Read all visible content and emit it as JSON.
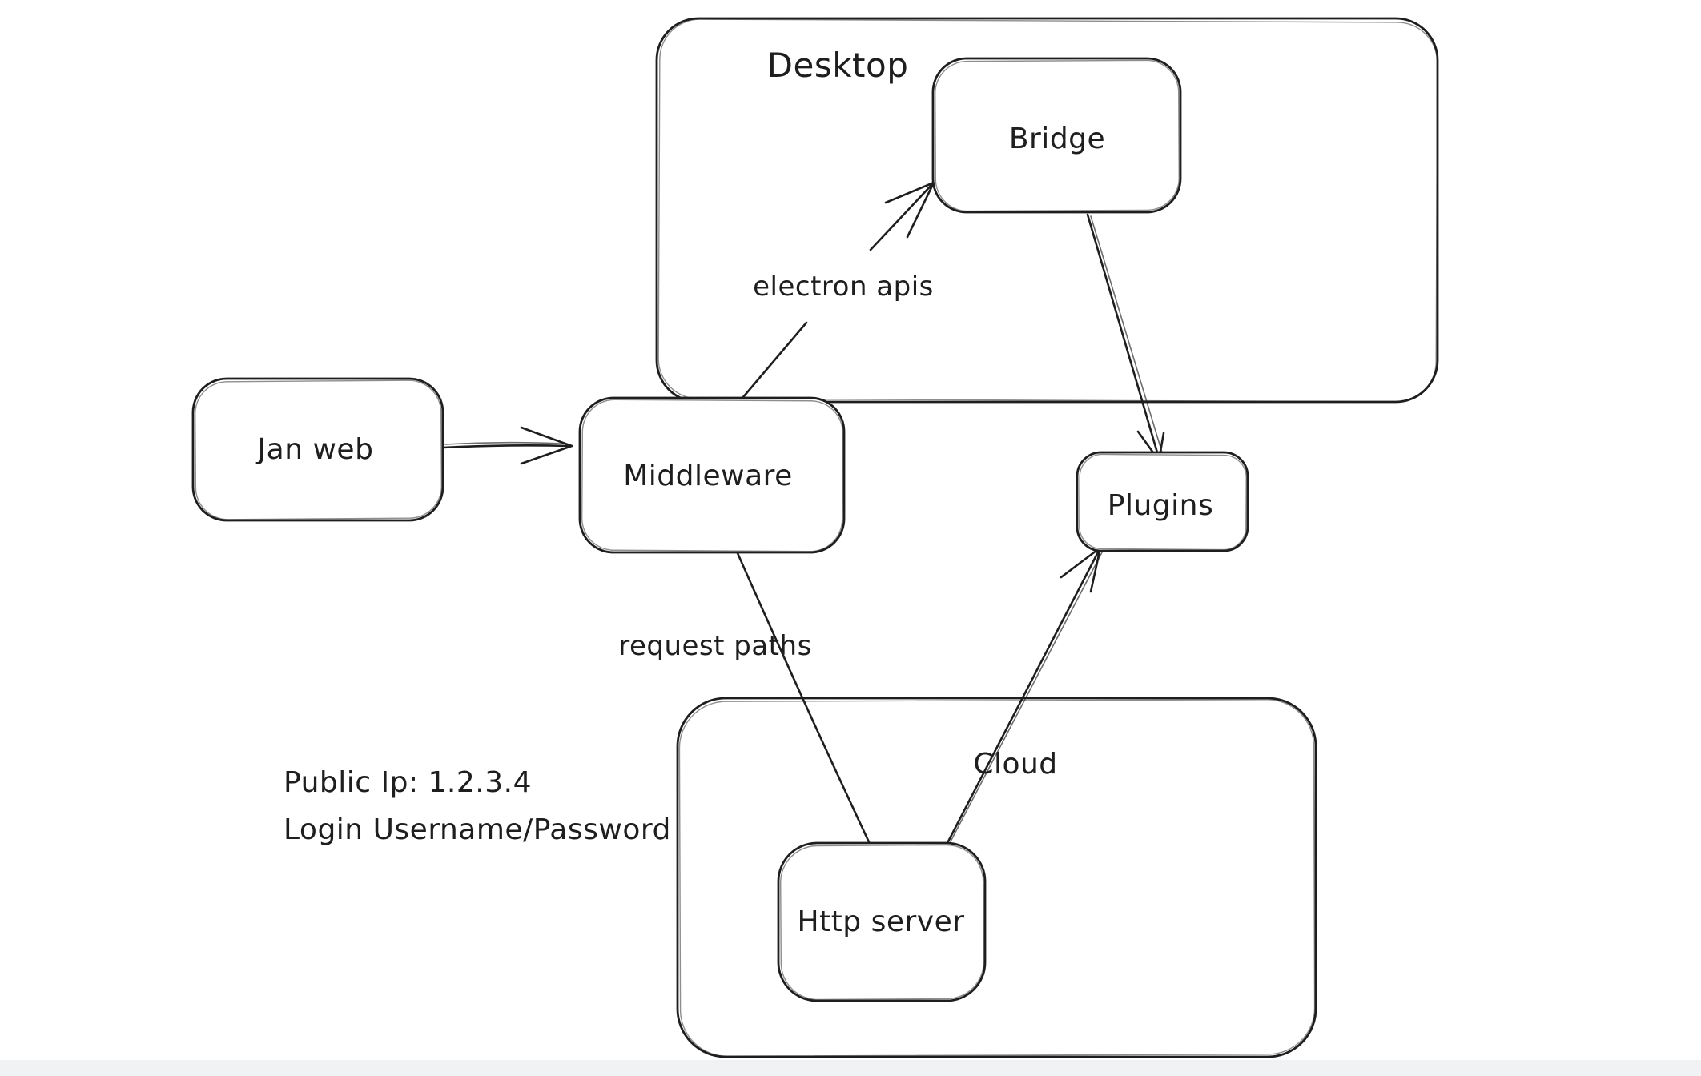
{
  "diagram": {
    "containers": {
      "desktop": {
        "label": "Desktop"
      },
      "cloud": {
        "label": "Cloud"
      }
    },
    "nodes": {
      "jan_web": {
        "label": "Jan web"
      },
      "middleware": {
        "label": "Middleware"
      },
      "bridge": {
        "label": "Bridge"
      },
      "plugins": {
        "label": "Plugins"
      },
      "http_server": {
        "label": "Http server"
      }
    },
    "edge_labels": {
      "electron_apis": "electron apis",
      "request_paths": "request paths"
    },
    "annotations": {
      "public_ip": "Public Ip: 1.2.3.4",
      "login": "Login Username/Password"
    },
    "colors": {
      "stroke": "#1e1e1e",
      "canvas": "#ffffff",
      "footer_band": "#f1f2f4"
    }
  }
}
